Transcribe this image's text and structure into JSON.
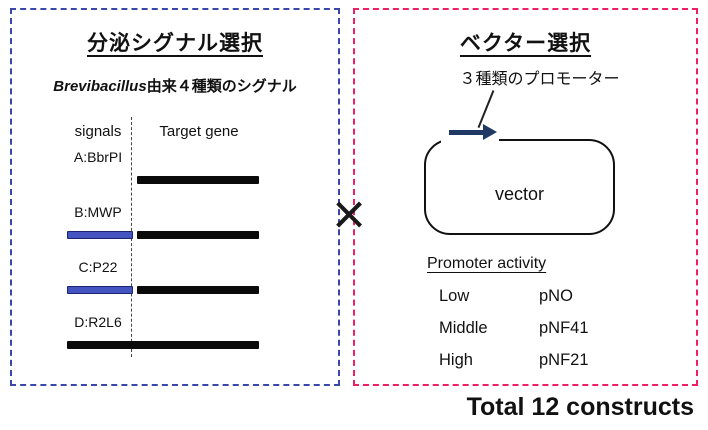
{
  "left": {
    "title": "分泌シグナル選択",
    "subtitle_italic": "Brevibacillus",
    "subtitle_rest": "由来４種類のシグナル",
    "col_signals": "signals",
    "col_target": "Target gene",
    "rows": [
      {
        "label": "A:BbrPI"
      },
      {
        "label": "B:MWP"
      },
      {
        "label": "C:P22"
      },
      {
        "label": "D:R2L6"
      }
    ]
  },
  "cross": "×",
  "right": {
    "title": "ベクター選択",
    "promoter_note": "３種類のプロモーター",
    "vector_label": "vector",
    "activity_title": "Promoter activity",
    "activity": [
      {
        "level": "Low",
        "promoter": "pNO"
      },
      {
        "level": "Middle",
        "promoter": "pNF41"
      },
      {
        "level": "High",
        "promoter": "pNF21"
      }
    ]
  },
  "footer": {
    "total": "Total 12 constructs"
  },
  "colors": {
    "left_border": "#3847a8",
    "right_border": "#ec2062",
    "signal_bar": "#4353c0",
    "gene_bar": "#0a0a0a",
    "promoter_arrow": "#1f3864"
  }
}
